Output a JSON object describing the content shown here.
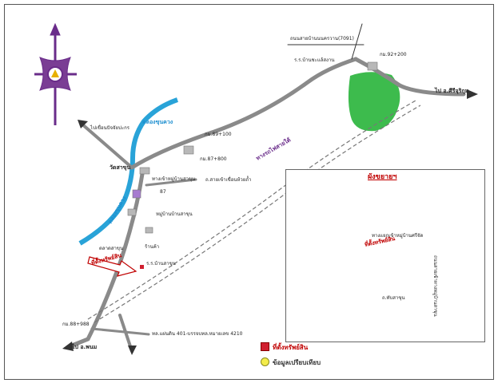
{
  "labels": {
    "road_top": "ถนนสายบ้านนนครวาน(7091)",
    "km_top": "กม.92+200",
    "village_top": "ร.ร.บ้านชะแล้สงาน",
    "to_right": "ไป อ.ศีรีจุริกุม",
    "to_left_top": "ไปเขื่อนปัจจัยปะกร",
    "canal_top": "คลองขุนควง",
    "canal_left": "คลองขุนควง",
    "km_89": "กม.89+100",
    "km_87": "กม.87+800",
    "temple": "วัดสาขุน",
    "road_village": "ทางเข้าหมู่บ้านสาขุน",
    "road_side": "ถ.สายเข้าเขื่อนห้วยถ้ำ",
    "village_mid": "หมู่บ้านบ้านสาขุน",
    "to_bottom": "ไป อ.พนม",
    "km_bottom": "กม.88+988",
    "bottom_road": "ทล.แผ่นดิน 401-บรรจบทล.หมายเลข 4210",
    "railway": "ทางรถไฟสายใต้",
    "inset_road": "ทางแยกเข้าหมู่บ้านศรีจัด",
    "inset_road2": "ถนนสายเข้าทางหมู่บ้านสาขุน",
    "property_note": "ที่ตั้งทรัพย์สิน",
    "market": "ตลาดสาขุน",
    "shop": "ร้านค้า",
    "school_small": "ร.ร.บ้านสาขุน",
    "num_87": "87",
    "inset_lbl": "ถ.ทับสาขุน"
  },
  "inset": {
    "title": "ผังขยายฯ"
  },
  "legend": [
    {
      "label": "ที่ตั้งทรัพย์สิน",
      "color": "#d01f2f"
    },
    {
      "label": "ข้อมูลเปรียบเทียบ",
      "color": "#f3ec4b"
    }
  ],
  "colors": {
    "road": "#8a8a8a",
    "canal": "#29a3d8",
    "park": "#3dbb4d",
    "marker": "#d01f2f",
    "compass": "#6a2c8a"
  }
}
